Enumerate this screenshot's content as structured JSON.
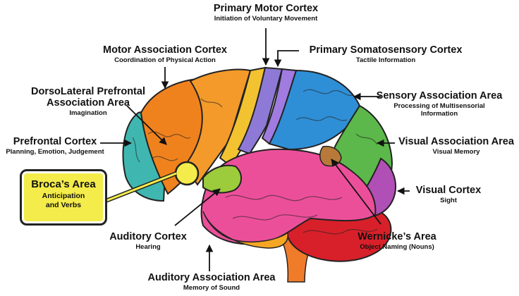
{
  "labels": {
    "primary_motor": {
      "title": "Primary Motor Cortex",
      "desc": "Initiation of Voluntary Movement"
    },
    "primary_somatosensory": {
      "title": "Primary Somatosensory Cortex",
      "desc": "Tactile Information"
    },
    "motor_association": {
      "title": "Motor Association Cortex",
      "desc": "Coordination of Physical Action"
    },
    "dorsolateral": {
      "title_line1": "DorsoLateral Prefrontal",
      "title_line2": "Association Area",
      "desc": "Imagination"
    },
    "sensory_association": {
      "title": "Sensory Association Area",
      "desc_line1": "Processing of Multisensorial",
      "desc_line2": "Information"
    },
    "prefrontal": {
      "title": "Prefrontal Cortex",
      "desc": "Planning, Emotion, Judgement"
    },
    "visual_association": {
      "title": "Visual Association Area",
      "desc": "Visual Memory"
    },
    "broca": {
      "title": "Broca’s Area",
      "desc_line1": "Anticipation",
      "desc_line2": "and Verbs"
    },
    "visual_cortex": {
      "title": "Visual Cortex",
      "desc": "Sight"
    },
    "auditory_cortex": {
      "title": "Auditory Cortex",
      "desc": "Hearing"
    },
    "wernicke": {
      "title": "Wernicke’s Area",
      "desc": "Object Naming (Nouns)"
    },
    "auditory_association": {
      "title": "Auditory Association Area",
      "desc": "Memory of Sound"
    }
  },
  "colors": {
    "prefrontal": "#3fb7b0",
    "dorsolateral": "#f0821e",
    "motor_association": "#f39a2a",
    "primary_motor": "#f2c230",
    "primary_motor_band": "#8e7ad6",
    "somatosensory": "#a07be0",
    "sensory_association": "#2f8fd6",
    "visual_association": "#5cb84a",
    "visual_cortex": "#b04fb5",
    "temporal": "#ec4f9a",
    "auditory": "#9ccb3b",
    "cerebellum": "#d8202a",
    "brainstem": "#f07c2a",
    "wernicke": "#b87a3a",
    "broca_box": "#f4ec4a"
  }
}
